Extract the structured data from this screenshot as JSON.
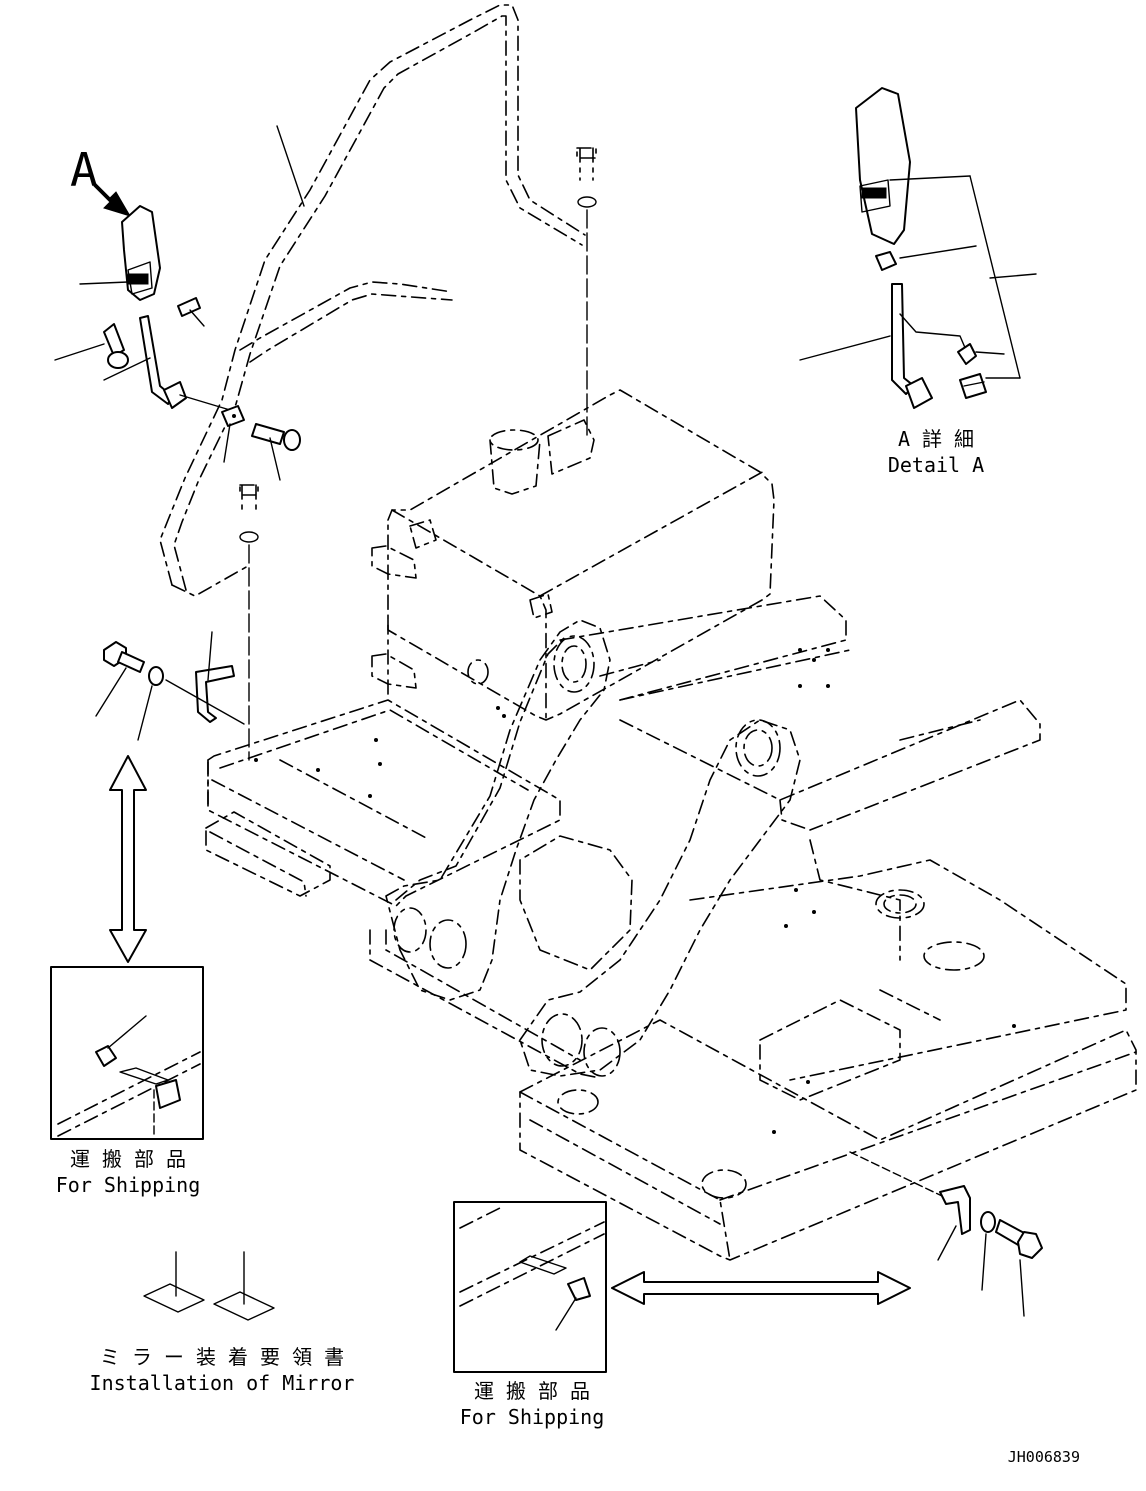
{
  "labels": {
    "view_marker": "A",
    "detail_jp": "A 詳 細",
    "detail_en": "Detail A",
    "shipping_left_jp": "運 搬 部 品",
    "shipping_left_en": "For Shipping",
    "mirror_jp": "ミ ラ ー 装 着 要 領 書",
    "mirror_en": "Installation of Mirror",
    "shipping_right_jp": "運 搬 部 品",
    "shipping_right_en": "For Shipping",
    "drawing_number": "JH006839"
  }
}
